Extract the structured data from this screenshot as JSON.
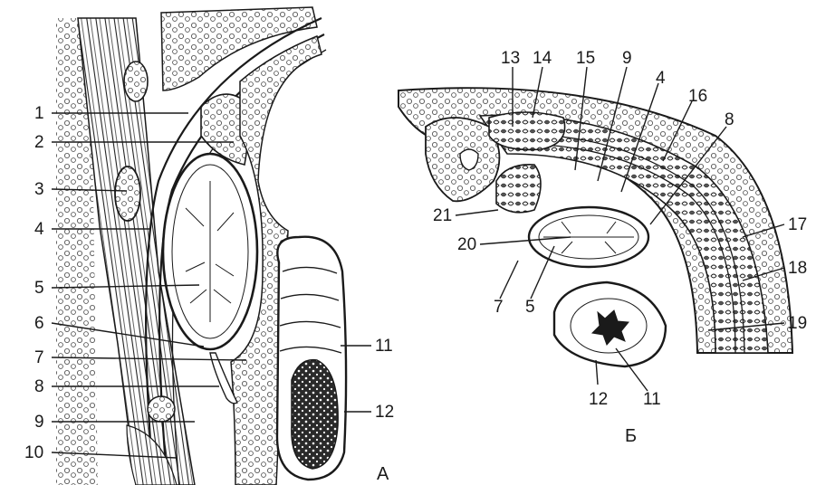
{
  "panel_a": {
    "label": "А",
    "callouts": [
      "1",
      "2",
      "3",
      "4",
      "5",
      "6",
      "7",
      "8",
      "9",
      "10",
      "11",
      "12"
    ]
  },
  "panel_b": {
    "label": "Б",
    "callouts": [
      "13",
      "14",
      "15",
      "9",
      "4",
      "16",
      "8",
      "21",
      "20",
      "7",
      "5",
      "12",
      "11",
      "17",
      "18",
      "19"
    ]
  },
  "colors": {
    "ink": "#1a1a1a",
    "paper": "#ffffff",
    "fat": "#f3f3f3"
  }
}
